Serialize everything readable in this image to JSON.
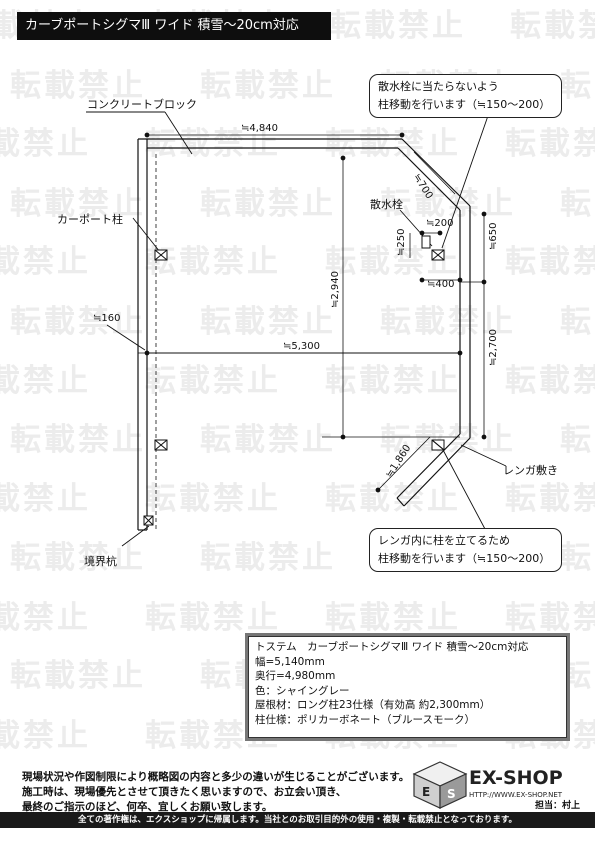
{
  "header": {
    "title": "カーブポートシグマⅢ ワイド 積雪～20cm対応"
  },
  "watermark": {
    "text": "転載禁止"
  },
  "plan": {
    "labels": {
      "block": "コンクリートブロック",
      "post": "カーポート柱",
      "drain": "散水栓",
      "brick": "レンガ敷き",
      "boundary": "境界杭"
    },
    "dims": {
      "top_width": "≒4,840",
      "main_width": "≒5,300",
      "diag_top": "≒700",
      "drain_w": "≒200",
      "drain_h": "≒250",
      "drain_offset": "≒400",
      "right_top": "≒650",
      "right_main": "≒2,700",
      "center_depth": "≒2,940",
      "left_offset": "≒160",
      "diag_bottom": "≒1,860"
    },
    "callouts": {
      "top": [
        "散水栓に当たらないよう",
        "柱移動を行います（≒150～200）"
      ],
      "bottom": [
        "レンガ内に柱を立てるため",
        "柱移動を行います（≒150～200）"
      ]
    }
  },
  "spec": {
    "title": "トステム　カーブポートシグマⅢ ワイド 積雪～20cm対応",
    "lines": [
      "幅=5,140mm",
      "奥行=4,980mm",
      "色：シャイングレー",
      "屋根材：ロング柱23仕様（有効高 約2,300mm）",
      "柱仕様：ポリカーボネート（ブルースモーク）"
    ]
  },
  "notes": [
    "現場状況や作図制限により概略図の内容と多少の違いが生じることがございます。",
    "施工時は、現場優先とさせて頂きたく思いますので、お立会い頂き、",
    "最終のご指示のほど、何卒、宜しくお願い致します。"
  ],
  "logo": {
    "name": "EX-SHOP",
    "url": "HTTP://WWW.EX-SHOP.NET"
  },
  "author": "担当：村上",
  "footer": "全ての著作権は、エクスショップに帰属します。当社とのお取引目的外の使用・複製・転載禁止となっております。",
  "colors": {
    "title_bg": "#0e0e0e",
    "watermark": "#ececec",
    "footer_bg": "#1a1a1a"
  }
}
